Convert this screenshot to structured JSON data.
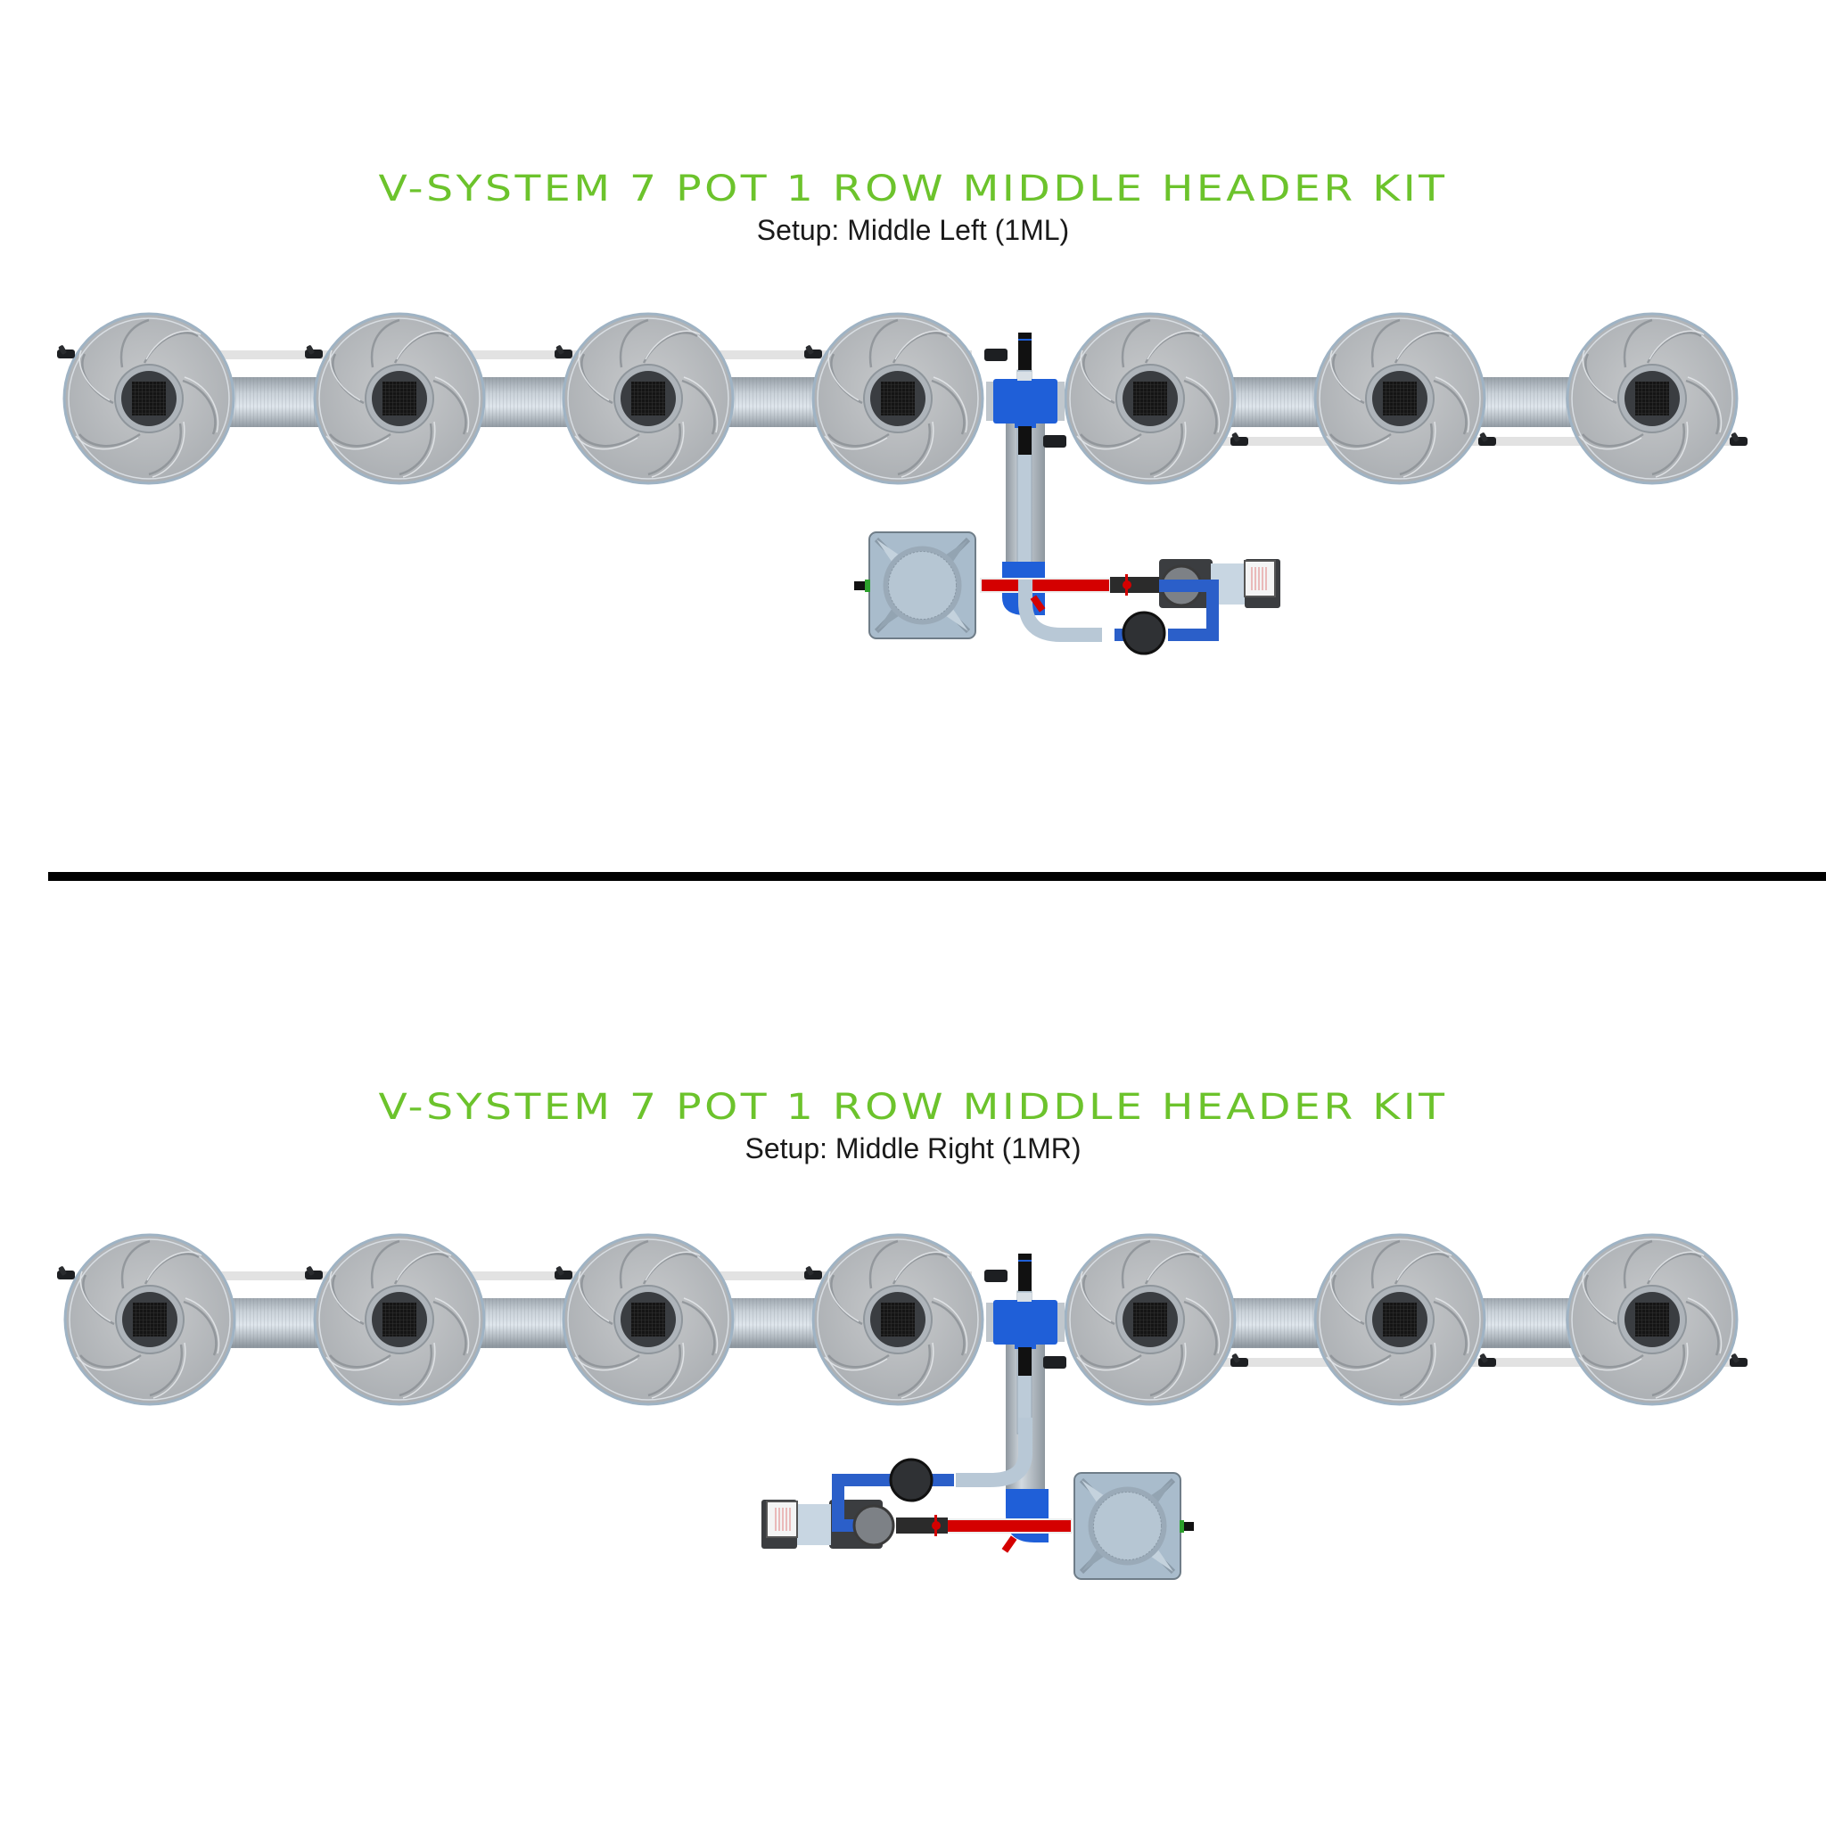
{
  "colors": {
    "title_green": "#6cc32c",
    "divider": "#000000",
    "manifold_blue": "#1f5fd8",
    "return_red": "#d40000",
    "pot_gray": "#b9bcbf",
    "pipe_gray": "#a9b3bc"
  },
  "sections": [
    {
      "title": "V-SYSTEM 7 POT 1 ROW MIDDLE HEADER KIT",
      "subtitle": "Setup: Middle Left (1ML)",
      "pot_count": 7,
      "rows": 1,
      "header_position": "middle",
      "reservoir_side": "left"
    },
    {
      "title": "V-SYSTEM 7 POT 1 ROW MIDDLE HEADER KIT",
      "subtitle": "Setup: Middle Right (1MR)",
      "pot_count": 7,
      "rows": 1,
      "header_position": "middle",
      "reservoir_side": "right"
    }
  ],
  "icons": {
    "pot": "pot-icon",
    "reservoir": "reservoir-tank-icon",
    "pump": "pump-icon",
    "filter": "filter-icon",
    "flow_meter": "flow-meter-icon",
    "valve": "valve-icon"
  }
}
